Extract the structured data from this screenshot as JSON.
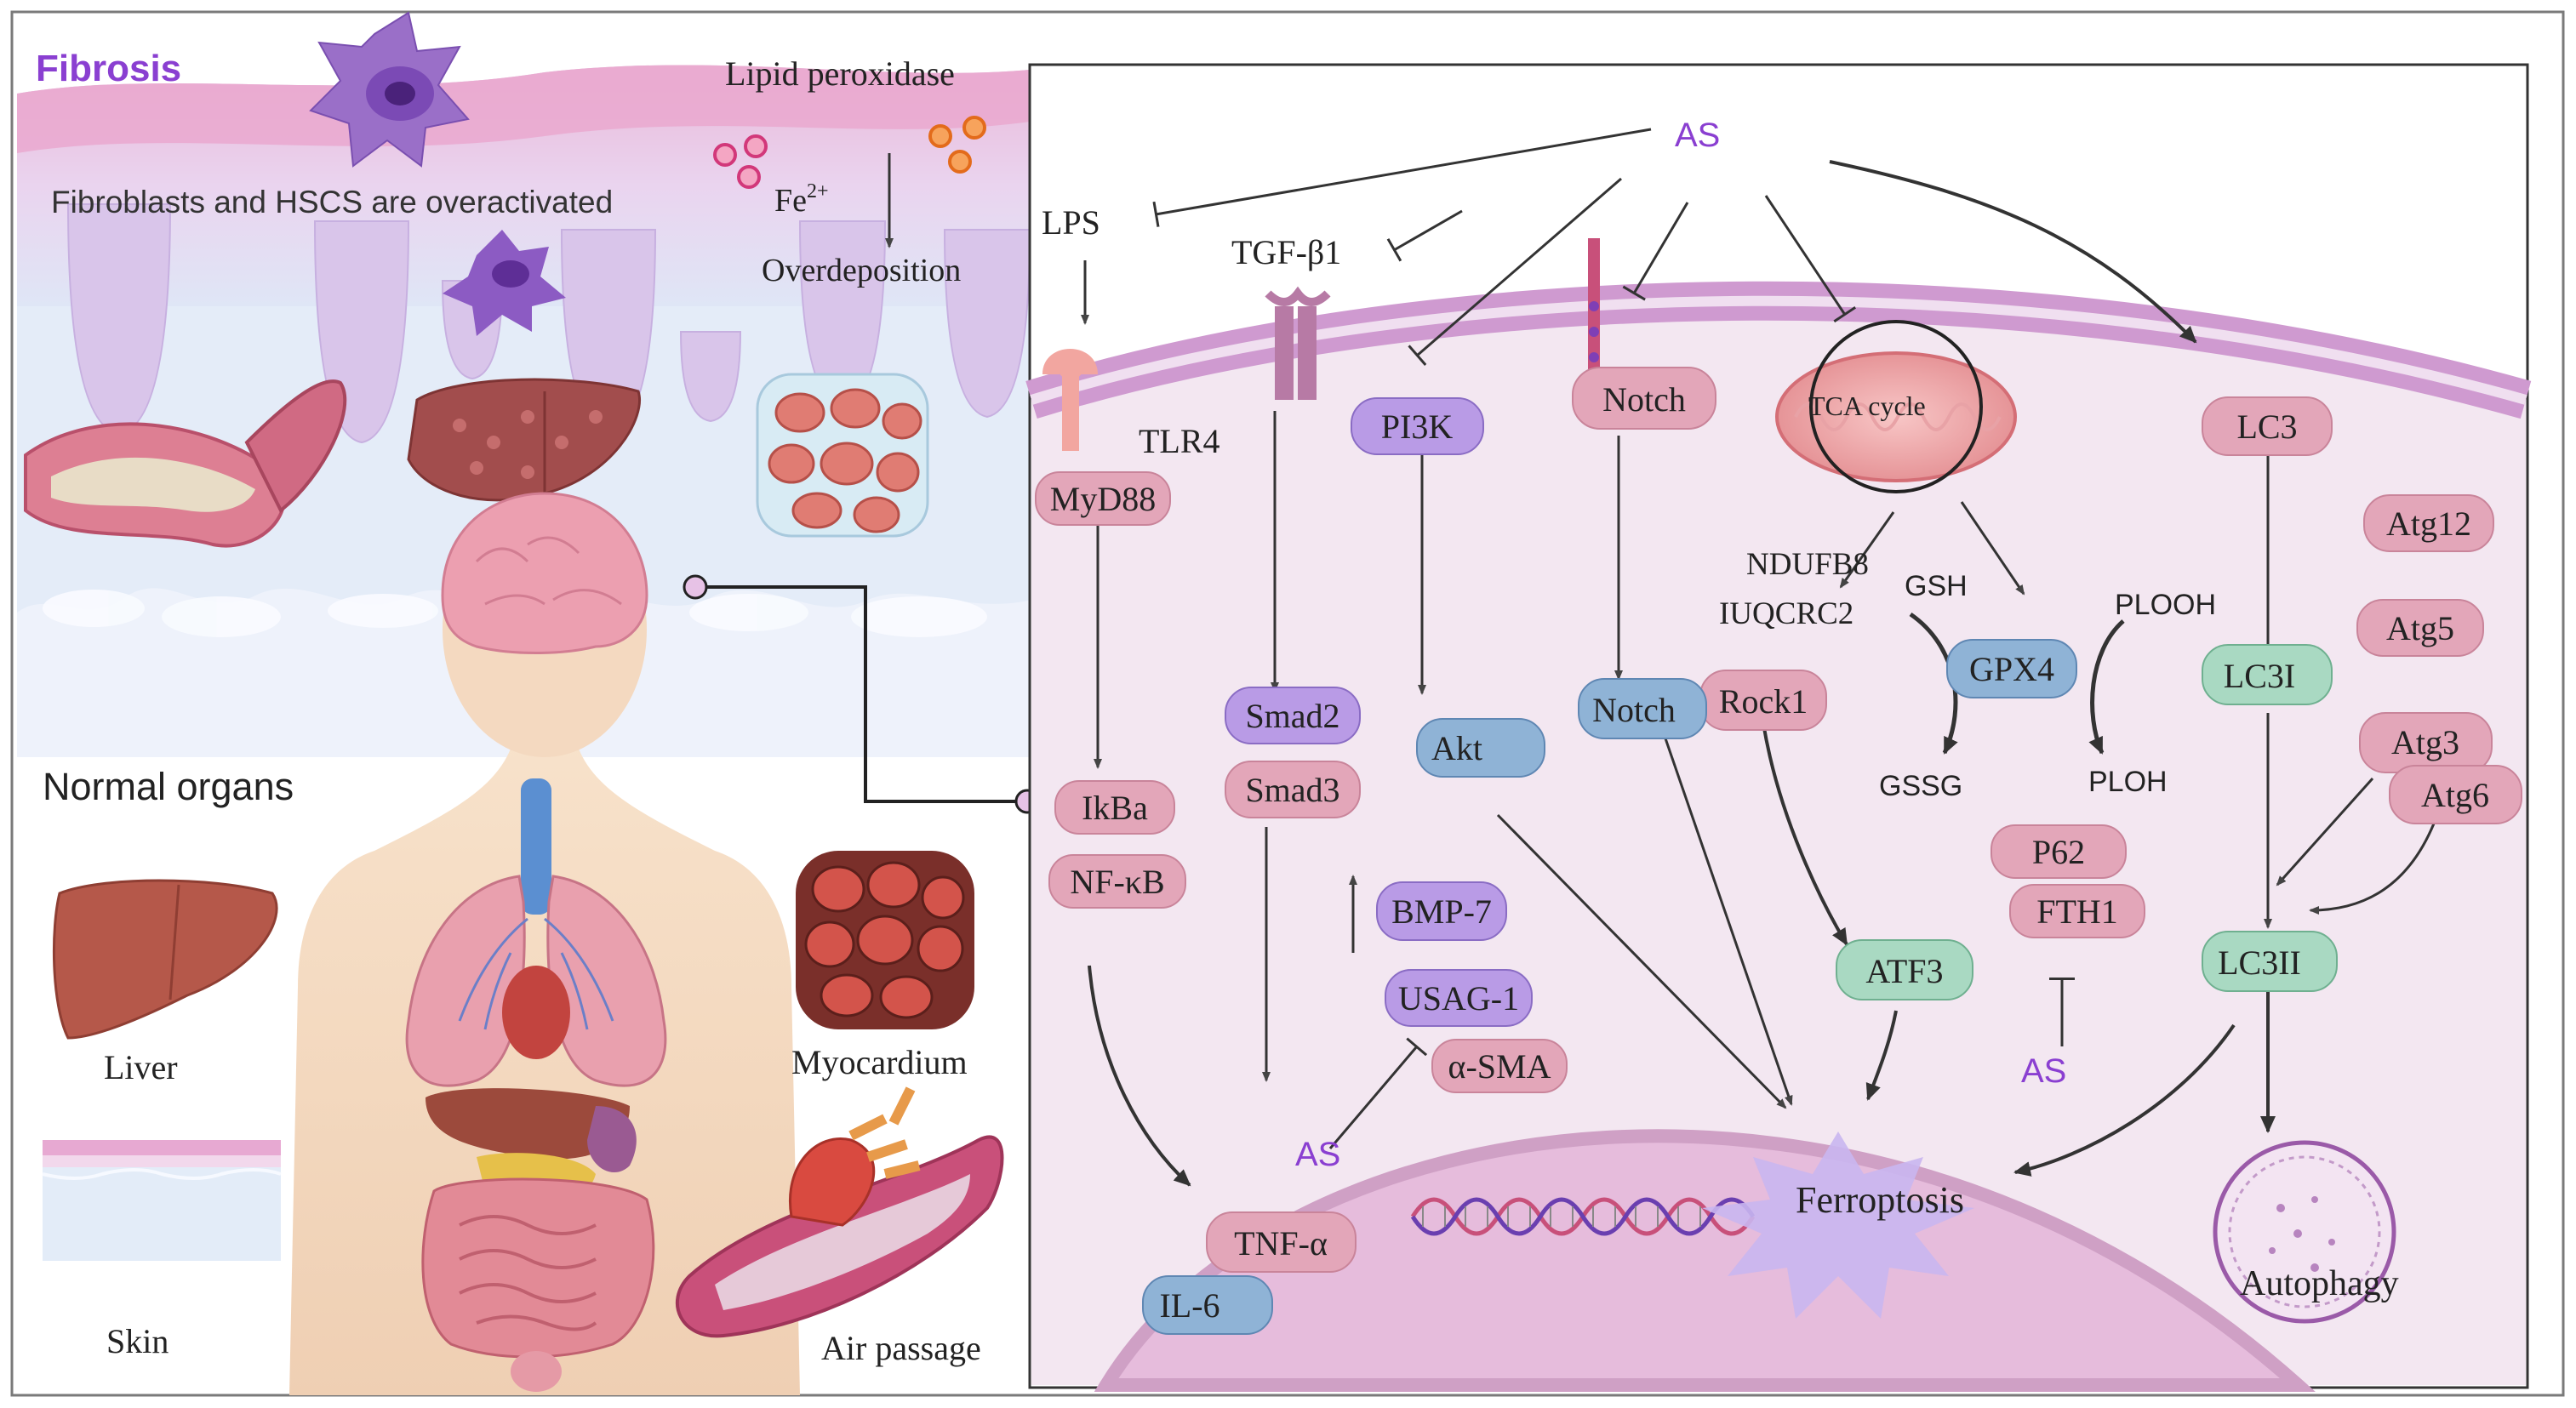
{
  "left_panel": {
    "fibrosis_title": "Fibrosis",
    "fibroblasts_text": "Fibroblasts and HSCS are overactivated",
    "lipid_peroxidase": "Lipid peroxidase",
    "fe_label": "Fe",
    "fe_charge": "2+",
    "overdeposition": "Overdeposition",
    "normal_organs_title": "Normal organs",
    "liver": "Liver",
    "skin": "Skin",
    "myocardium": "Myocardium",
    "air_passage": "Air passage"
  },
  "pathway": {
    "as_top": "AS",
    "as_left": "AS",
    "as_right": "AS",
    "lps": "LPS",
    "tgf_b1": "TGF-β1",
    "tlr4": "TLR4",
    "myd88": "MyD88",
    "ikba": "IkBa",
    "nfkb": "NF-κB",
    "pi3k": "PI3K",
    "akt": "Akt",
    "smad2": "Smad2",
    "smad3": "Smad3",
    "bmp7": "BMP-7",
    "usag1": "USAG-1",
    "asma": "α-SMA",
    "notch_top": "Notch",
    "notch": "Notch",
    "rock1": "Rock1",
    "tca_cycle": "TCA cycle",
    "ndufb8": "NDUFB8",
    "iuqcrc2": "IUQCRC2",
    "gsh": "GSH",
    "gpx4": "GPX4",
    "plooh": "PLOOH",
    "gssg": "GSSG",
    "ploh": "PLOH",
    "p62": "P62",
    "fth1": "FTH1",
    "atf3": "ATF3",
    "lc3": "LC3",
    "lc3i": "LC3I",
    "lc3ii": "LC3II",
    "atg12": "Atg12",
    "atg5": "Atg5",
    "atg3": "Atg3",
    "atg6": "Atg6",
    "tnfa": "TNF-α",
    "il6": "IL-6",
    "ferroptosis": "Ferroptosis",
    "autophagy": "Autophagy"
  },
  "colors": {
    "as_text": "#8a3fd1",
    "pink_node": "#e3a6b9",
    "purple_node": "#b99be6",
    "blue_node": "#8fb3d6",
    "green_node": "#a9d9c2",
    "cell_bg": "#f3e7f1",
    "membrane": "#cf9ad0",
    "nucleus": "#e6bcdc"
  }
}
